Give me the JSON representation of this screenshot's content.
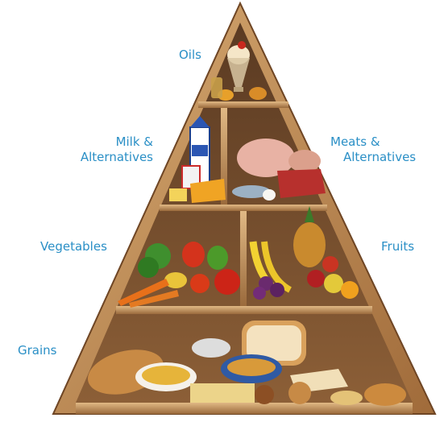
{
  "labels": {
    "oils": "Oils",
    "milk_line1": "Milk &",
    "milk_line2": "Alternatives",
    "meats_line1": "Meats &",
    "meats_line2": "Alternatives",
    "vegetables": "Vegetables",
    "fruits": "Fruits",
    "grains": "Grains"
  },
  "pictogram": {
    "shape": "pyramid",
    "tiers": [
      "Oils",
      "Milk & Alternatives / Meats & Alternatives",
      "Vegetables / Fruits",
      "Grains"
    ]
  },
  "colors": {
    "label": "#2a8fc6",
    "wood_light": "#c79a63",
    "wood_dark": "#6e4524",
    "shelf_back": "#8c5f37"
  }
}
